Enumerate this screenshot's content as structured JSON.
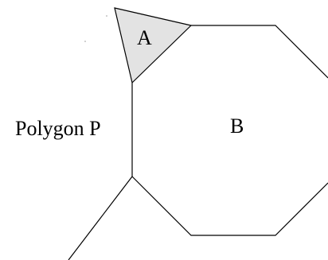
{
  "labels": {
    "region_a": "A",
    "region_b": "B",
    "polygon": "Polygon P"
  },
  "colors": {
    "stroke": "#000000",
    "region_a_fill": "#e3e3e3",
    "background": "#ffffff"
  }
}
